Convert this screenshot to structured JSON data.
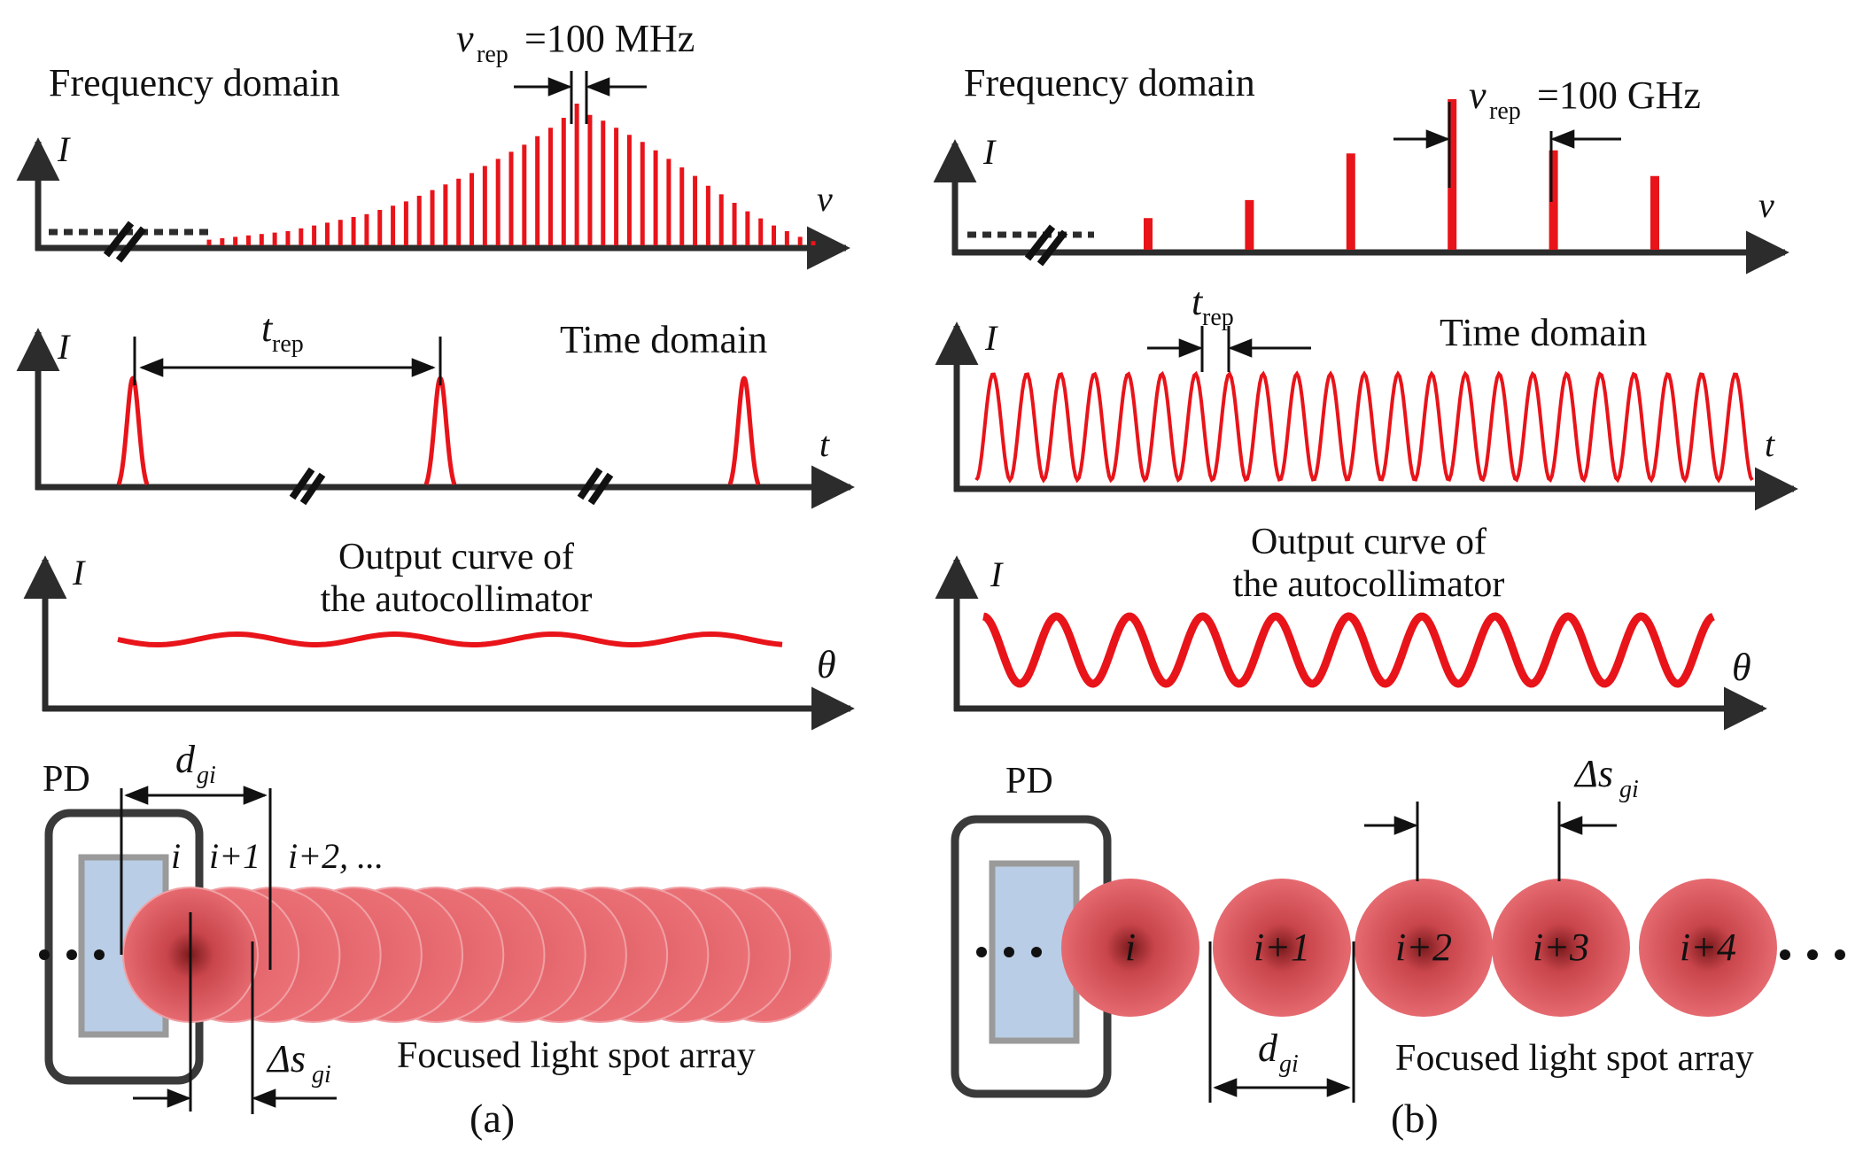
{
  "panel_a": {
    "freq_title": "Frequency domain",
    "vrep_sym": "v",
    "vrep_sub": "rep",
    "vrep_val": "=100 MHz",
    "y_label": "I",
    "freq_x_label": "v",
    "time_title": "Time domain",
    "trep_sym": "t",
    "trep_sub": "rep",
    "time_x_label": "t",
    "out_line1": "Output curve of",
    "out_line2": "the autocollimator",
    "theta_label": "θ",
    "pd_label": "PD",
    "d_sym": "d",
    "d_sub": "gi",
    "ds_sym": "Δs",
    "ds_sub": "gi",
    "spot_i": "i",
    "spot_i1": "i+1",
    "spot_i2": "i+2, ...",
    "spot_array": "Focused light spot array",
    "caption": "(a)",
    "comb_level": [
      0.04,
      0.05,
      0.06,
      0.07,
      0.08,
      0.09,
      0.1,
      0.12,
      0.14,
      0.16,
      0.18,
      0.2,
      0.22,
      0.25,
      0.28,
      0.31,
      0.35,
      0.39,
      0.43,
      0.47,
      0.51,
      0.56,
      0.61,
      0.66,
      0.71,
      0.77,
      0.83,
      0.9,
      1.0,
      0.92,
      0.88,
      0.83,
      0.78,
      0.73,
      0.67,
      0.61,
      0.55,
      0.49,
      0.42,
      0.36,
      0.3,
      0.24,
      0.19,
      0.14,
      0.1,
      0.06,
      0.03
    ],
    "pulses": 3,
    "spots": 15
  },
  "panel_b": {
    "freq_title": "Frequency domain",
    "vrep_sym": "v",
    "vrep_sub": "rep",
    "vrep_val": "=100 GHz",
    "y_label": "I",
    "freq_x_label": "v",
    "time_title": "Time domain",
    "trep_sym": "t",
    "trep_sub": "rep",
    "time_x_label": "t",
    "out_line1": "Output curve of",
    "out_line2": "the autocollimator",
    "theta_label": "θ",
    "pd_label": "PD",
    "d_sym": "d",
    "d_sub": "gi",
    "ds_sym": "Δs",
    "ds_sub": "gi",
    "spot_labels": [
      "i",
      "i+1",
      "i+2",
      "i+3",
      "i+4"
    ],
    "spot_array": "Focused light spot array",
    "caption": "(b)",
    "comb_level": [
      0.21,
      0.33,
      0.64,
      1.0,
      0.66,
      0.49
    ],
    "time_periods": 23,
    "theta_periods": 10
  },
  "colors": {
    "red": "#e8141a",
    "spot": "#e0646a",
    "pd_fill": "#b9cde6",
    "axis": "#2c2c2c"
  }
}
